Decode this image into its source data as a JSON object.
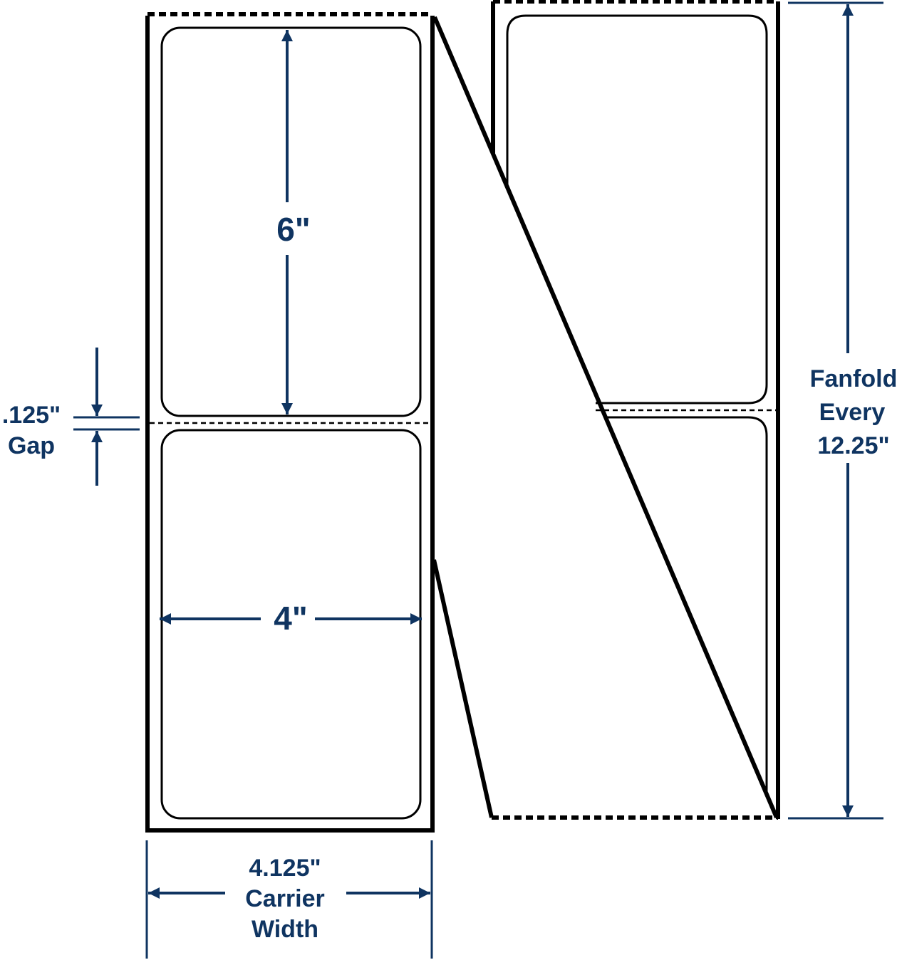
{
  "labels": {
    "label_height": "6\"",
    "label_width": "4\"",
    "gap_value": ".125\"",
    "gap_word": "Gap",
    "carrier_value": "4.125\"",
    "carrier_word1": "Carrier",
    "carrier_word2": "Width",
    "fanfold_word1": "Fanfold",
    "fanfold_word2": "Every",
    "fanfold_value": "12.25\""
  },
  "colors": {
    "dimension": "#0f3461",
    "outline": "#000000"
  }
}
